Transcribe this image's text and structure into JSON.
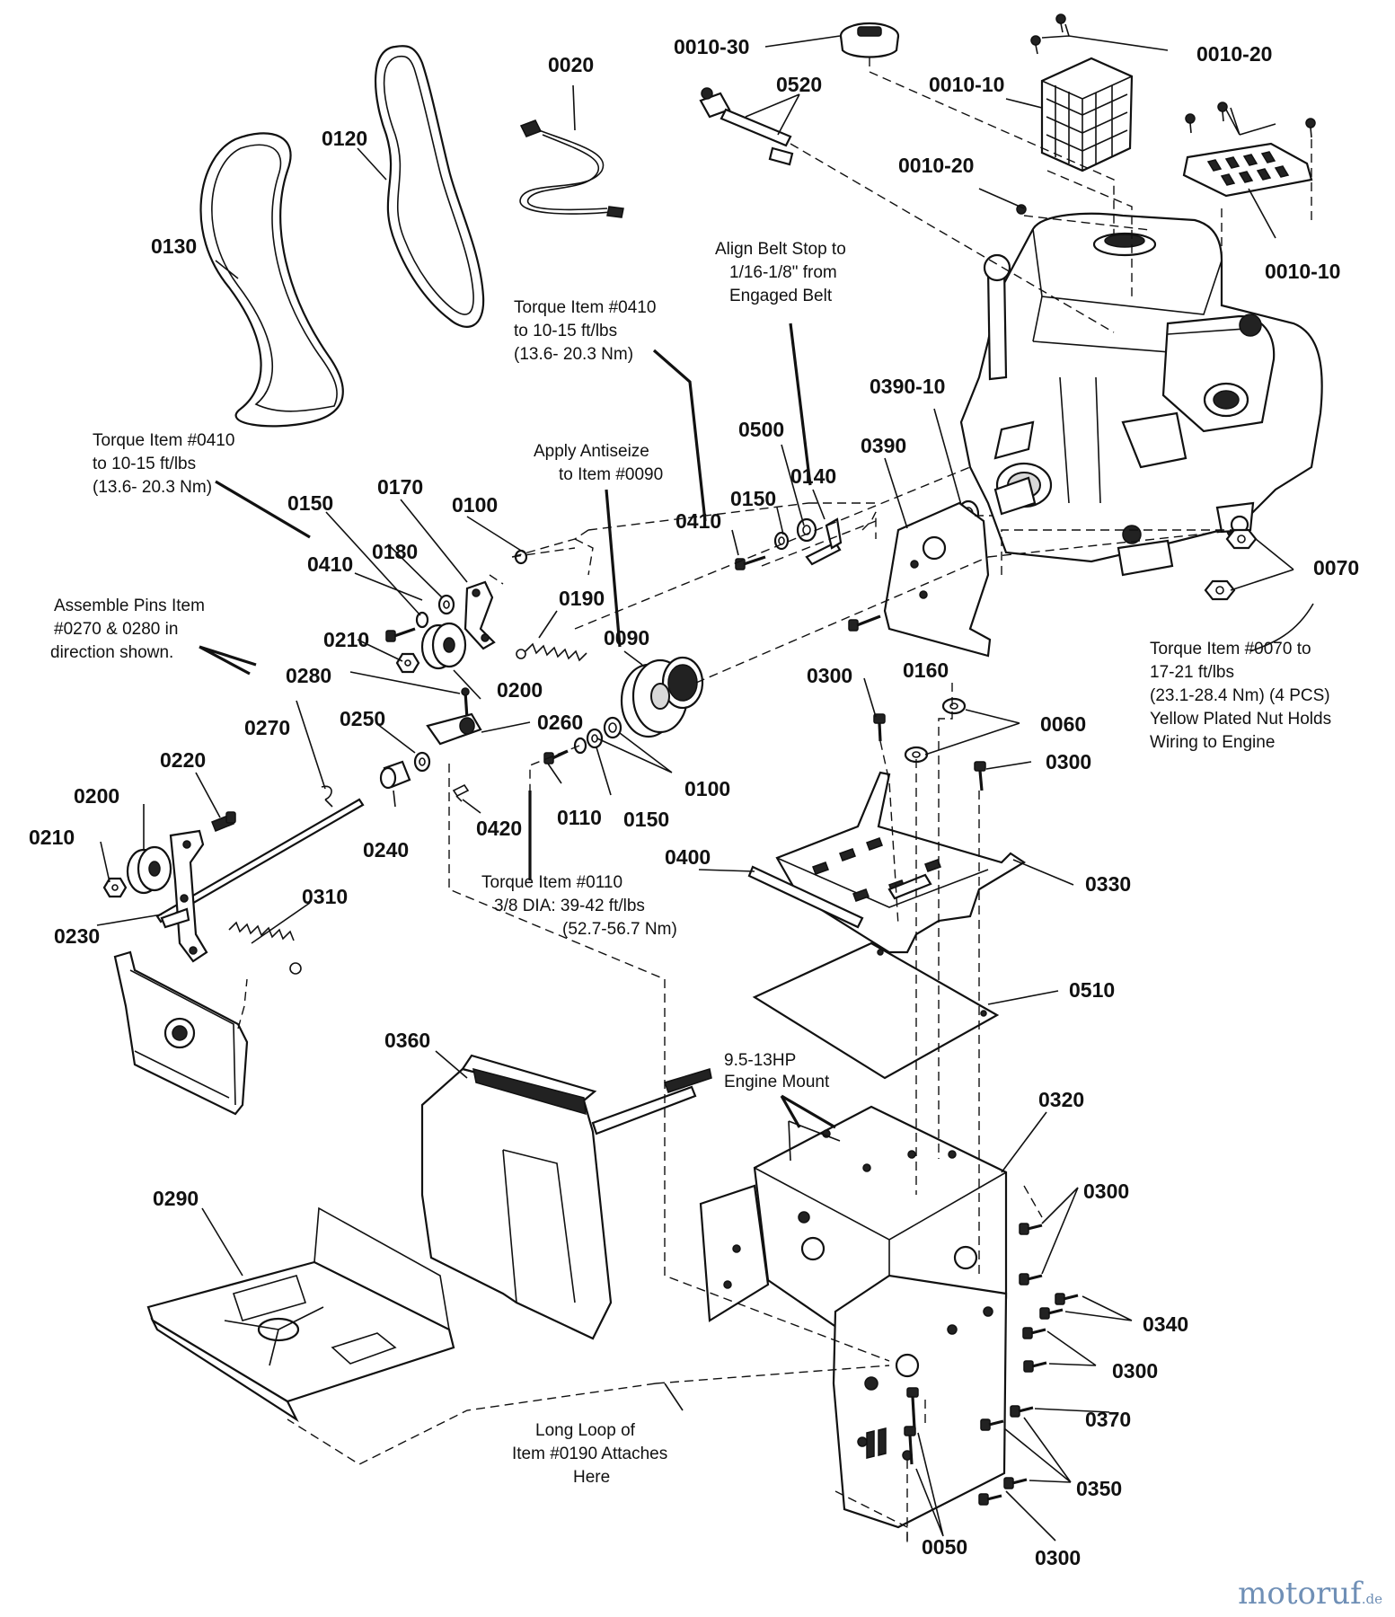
{
  "labels": {
    "p0010_30": "0010-30",
    "p0010_20_top": "0010-20",
    "p0010_10_top": "0010-10",
    "p0020": "0020",
    "p0520": "0520",
    "p0010_20_mid": "0010-20",
    "p0010_10_right": "0010-10",
    "p0120": "0120",
    "p0130": "0130",
    "p0390_10": "0390-10",
    "p0390": "0390",
    "p0500": "0500",
    "p0140": "0140",
    "p0150_a": "0150",
    "p0410_a": "0410",
    "p0070": "0070",
    "p0150_b": "0150",
    "p0170": "0170",
    "p0100_a": "0100",
    "p0410_b": "0410",
    "p0180": "0180",
    "p0190": "0190",
    "p0090": "0090",
    "p0210_a": "0210",
    "p0200_a": "0200",
    "p0280": "0280",
    "p0270": "0270",
    "p0250": "0250",
    "p0260": "0260",
    "p0160": "0160",
    "p0300_a": "0300",
    "p0060": "0060",
    "p0300_b": "0300",
    "p0220": "0220",
    "p0200_b": "0200",
    "p0240": "0240",
    "p0420": "0420",
    "p0110": "0110",
    "p0150_c": "0150",
    "p0100_b": "0100",
    "p0210_b": "0210",
    "p0230": "0230",
    "p0310": "0310",
    "p0400": "0400",
    "p0330": "0330",
    "p0510": "0510",
    "p0360": "0360",
    "p0320": "0320",
    "p0290": "0290",
    "p0300_c": "0300",
    "p0340": "0340",
    "p0300_d": "0300",
    "p0370": "0370",
    "p0350": "0350",
    "p0050": "0050",
    "p0300_e": "0300"
  },
  "notes": {
    "belt_stop": [
      "Align Belt Stop to",
      "1/16-1/8\" from",
      "Engaged Belt"
    ],
    "torque_0410_top": [
      "Torque Item #0410",
      "to 10-15 ft/lbs",
      "(13.6- 20.3 Nm)"
    ],
    "torque_0410_left": [
      "Torque Item #0410",
      "to 10-15 ft/lbs",
      "(13.6- 20.3 Nm)"
    ],
    "antiseize": [
      "Apply Antiseize",
      "to Item #0090"
    ],
    "assemble_pins": [
      "Assemble Pins Item",
      "#0270 & 0280 in",
      "direction shown."
    ],
    "torque_0070": [
      "Torque Item #0070 to",
      "17-21 ft/lbs",
      "(23.1-28.4 Nm) (4 PCS)",
      "Yellow Plated Nut Holds",
      "Wiring to Engine"
    ],
    "torque_0110": [
      "Torque Item #0110",
      "3/8 DIA: 39-42 ft/lbs",
      "(52.7-56.7 Nm)"
    ],
    "engine_mount": [
      "9.5-13HP",
      "Engine Mount"
    ],
    "long_loop": [
      "Long Loop of",
      "Item #0190 Attaches",
      "Here"
    ]
  },
  "watermark": {
    "name": "motoruf",
    "suffix": ".de"
  }
}
